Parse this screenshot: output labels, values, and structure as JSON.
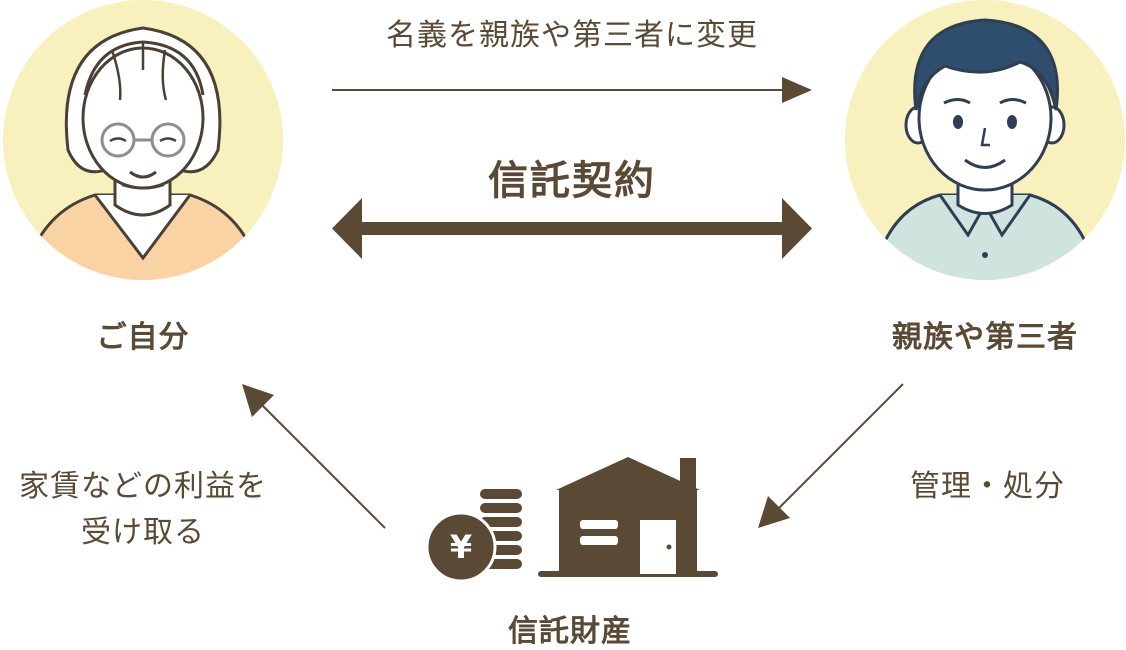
{
  "top_label": "名義を親族や第三者に変更",
  "contract_label": "信託契約",
  "left_person_label": "ご自分",
  "right_person_label": "親族や第三者",
  "bottom_left_label_line1": "家賃などの利益を",
  "bottom_left_label_line2": "受け取る",
  "bottom_right_label": "管理・処分",
  "asset_label": "信託財産",
  "yen_symbol": "¥",
  "colors": {
    "brown": "#5a4a35",
    "circle_bg": "#f8f0bd",
    "elder_shirt": "#f9d3a3",
    "man_shirt": "#cfe3df",
    "man_hair": "#2f4d6c"
  }
}
